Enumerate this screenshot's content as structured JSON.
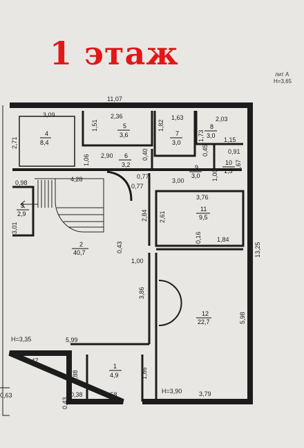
{
  "header": {
    "title": "1 этаж",
    "lit": "лит А",
    "height": "H=3,65"
  },
  "rooms": [
    {
      "id": "r4",
      "num": "4",
      "area": "8,4"
    },
    {
      "id": "r5",
      "num": "5",
      "area": "3,6"
    },
    {
      "id": "r6",
      "num": "6",
      "area": "3,2"
    },
    {
      "id": "r7",
      "num": "7",
      "area": "3,0"
    },
    {
      "id": "r8",
      "num": "8",
      "area": "3,0"
    },
    {
      "id": "r9",
      "num": "9",
      "area": "3,0"
    },
    {
      "id": "r10",
      "num": "10",
      "area": "1,5"
    },
    {
      "id": "r3",
      "num": "3",
      "area": "2,9"
    },
    {
      "id": "r2",
      "num": "2",
      "area": "40,7"
    },
    {
      "id": "r11",
      "num": "11",
      "area": "9,5"
    },
    {
      "id": "r12",
      "num": "12",
      "area": "22,7"
    },
    {
      "id": "r1",
      "num": "1",
      "area": "4,9"
    }
  ],
  "dims": [
    "11,07",
    "3,09",
    "2,36",
    "1,63",
    "2,03",
    "2,71",
    "1,51",
    "1,82",
    "1,73",
    "1,15",
    "2,90",
    "0,40",
    "0,45",
    "0,91",
    "1,06",
    "4,28",
    "0,77",
    "0,77",
    "3,00",
    "1,00",
    "1,67",
    "0,98",
    "3,76",
    "3,01",
    "2,84",
    "2,61",
    "13,25",
    "0,16",
    "1,84",
    "0,43",
    "1,00",
    "3,86",
    "5,98",
    "H=3,35",
    "5,99",
    "3,47",
    "1,88",
    "1,86",
    "H=3,90",
    "0,38",
    "2,58",
    "3,79",
    "0,43",
    "0,63"
  ]
}
